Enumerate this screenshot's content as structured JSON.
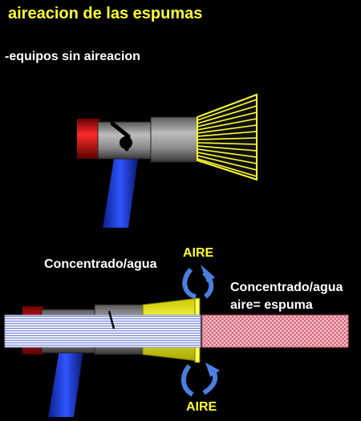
{
  "title": "aireacion de las espumas",
  "subtitle": "-equipos sin aireacion",
  "labels": {
    "inlet": "Concentrado/agua",
    "outlet_line1": "Concentrado/agua",
    "outlet_line2": "aire= espuma",
    "air_top": "AIRE",
    "air_bottom": "AIRE"
  },
  "colors": {
    "title": "#ffff33",
    "text": "#ffffff",
    "nozzle_cone": "#ffff33",
    "body": "#808080",
    "cap": "#cc0000",
    "grip": "#1a3ad0",
    "water": "#cfd6f2",
    "foam": "#f0b8c2",
    "arrow": "#4a7fe0"
  }
}
